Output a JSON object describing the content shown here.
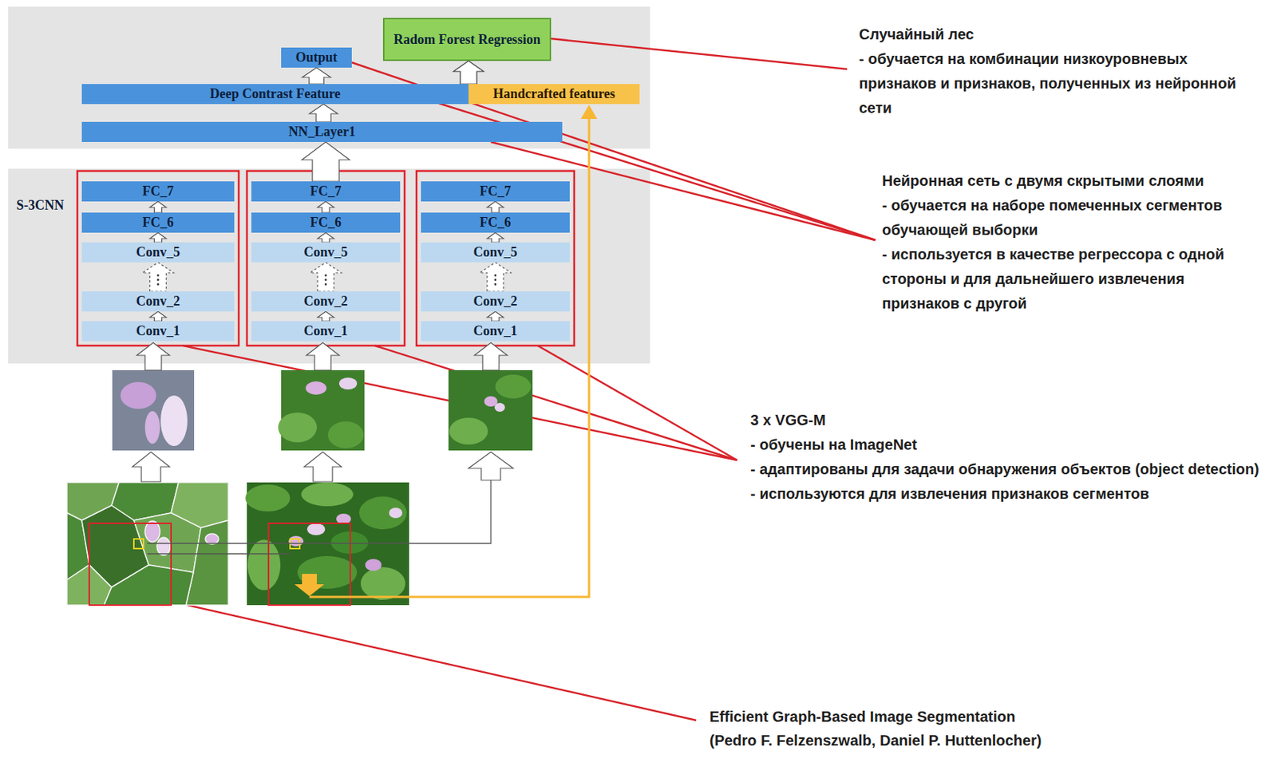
{
  "diagram": {
    "nodes": [
      {
        "text": [
          "Radom Forest Regression"
        ]
      },
      {
        "text": [
          "Output"
        ]
      },
      {
        "text": [
          "Deep Contrast Feature"
        ]
      },
      {
        "text": [
          "Handcrafted features"
        ]
      },
      {
        "text": [
          "NN_Layer1"
        ]
      },
      {
        "text": [
          "S-3CNN"
        ]
      },
      {
        "text": [
          "FC_7"
        ],
        "in": 5
      },
      {
        "text": [
          "FC_6"
        ],
        "in": 5
      },
      {
        "text": [
          "Conv_5"
        ],
        "in": 5
      },
      {
        "text": [
          "Conv_2"
        ],
        "in": 5
      },
      {
        "text": [
          "Conv_1"
        ],
        "in": 5
      },
      {
        "text": [
          "FC_7"
        ],
        "in": 5
      },
      {
        "text": [
          "FC_6"
        ],
        "in": 5
      },
      {
        "text": [
          "Conv_5"
        ],
        "in": 5
      },
      {
        "text": [
          "Conv_2"
        ],
        "in": 5
      },
      {
        "text": [
          "Conv_1"
        ],
        "in": 5
      },
      {
        "text": [
          "FC_7"
        ],
        "in": 5
      },
      {
        "text": [
          "FC_6"
        ],
        "in": 5
      },
      {
        "text": [
          "Conv_5"
        ],
        "in": 5
      },
      {
        "text": [
          "Conv_2"
        ],
        "in": 5
      },
      {
        "text": [
          "Conv_1"
        ],
        "in": 5
      }
    ],
    "edges": [
      {
        "from": 2,
        "to": 1,
        "arrow": "to"
      },
      {
        "from": 2,
        "to": 0,
        "arrow": "to"
      },
      {
        "from": 3,
        "to": 0,
        "arrow": "to"
      },
      {
        "from": 4,
        "to": 2,
        "arrow": "to"
      },
      {
        "from": 11,
        "to": 4,
        "arrow": "to"
      },
      {
        "from": 10,
        "to": 9,
        "arrow": "to"
      },
      {
        "from": 9,
        "to": 8,
        "arrow": "to"
      },
      {
        "from": 8,
        "to": 7,
        "arrow": "to"
      },
      {
        "from": 7,
        "to": 6,
        "arrow": "to"
      },
      {
        "from": 15,
        "to": 14,
        "arrow": "to"
      },
      {
        "from": 14,
        "to": 13,
        "arrow": "to"
      },
      {
        "from": 13,
        "to": 12,
        "arrow": "to"
      },
      {
        "from": 12,
        "to": 11,
        "arrow": "to"
      },
      {
        "from": 20,
        "to": 19,
        "arrow": "to"
      },
      {
        "from": 19,
        "to": 18,
        "arrow": "to"
      },
      {
        "from": 18,
        "to": 17,
        "arrow": "to"
      },
      {
        "from": 17,
        "to": 16,
        "arrow": "to"
      }
    ],
    "labels": [
      "Случайный лес",
      "- обучается на комбинации низкоуровневых признаков и признаков, полученных из нейронной сети",
      "Нейронная сеть с двумя скрытыми слоями",
      "- обучается на наборе помеченных сегментов обучающей выборки",
      "- используется в качестве регрессора с одной стороны и для дальнейшего извлечения признаков с другой",
      "3 x VGG-M",
      "- обучены на ImageNet",
      "- адаптированы для задачи обнаружения объектов (object detection)",
      "- используются для извлечения признаков сегментов",
      "Efficient Graph-Based Image Segmentation (Pedro F. Felzenszwalb, Daniel P. Huttenlocher)"
    ]
  }
}
